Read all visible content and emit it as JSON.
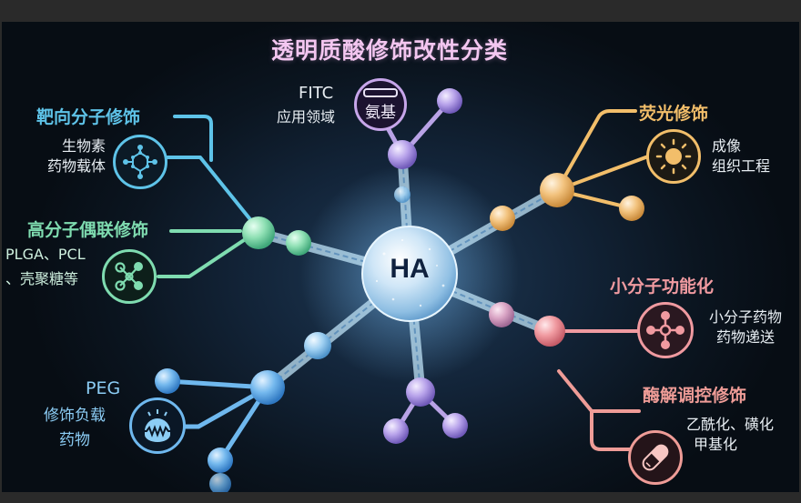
{
  "title": "透明质酸修饰改性分类",
  "center": {
    "label": "HA"
  },
  "colors": {
    "background_frame": "#2a2a2a",
    "title": "#f3c6f0",
    "targeting": "#5ec3e8",
    "polymer": "#7fdcb0",
    "peg": "#6fb8ee",
    "amino": "#c7a6ea",
    "fluorescent": "#f2be6a",
    "small_molecule": "#f09aa0",
    "enzymatic": "#ef9c97"
  },
  "branches": {
    "targeting": {
      "category": "靶向分子修饰",
      "desc_lines": [
        "生物素",
        "药物载体"
      ],
      "icon": "molecule-hexagon-icon"
    },
    "polymer": {
      "category": "高分子偶联修饰",
      "desc_lines": [
        "PLGA、PCL",
        "、壳聚糖等"
      ],
      "icon": "network-nodes-icon"
    },
    "peg": {
      "category": "PEG",
      "desc_lines": [
        "修饰负载",
        "药物"
      ],
      "icon": "dome-wave-icon"
    },
    "amino": {
      "category": "FITC",
      "desc_lines": [
        "应用领域"
      ],
      "badge": "氨基",
      "icon": "amino-badge-icon"
    },
    "fluorescent": {
      "category": "荧光修饰",
      "desc_lines": [
        "成像",
        "组织工程"
      ],
      "icon": "sun-icon"
    },
    "small_molecule": {
      "category": "小分子功能化",
      "desc_lines": [
        "小分子药物",
        "药物递送"
      ],
      "icon": "cross-nodes-icon"
    },
    "enzymatic": {
      "category": "酶解调控修饰",
      "desc_lines": [
        "乙酰化、磺化",
        "甲基化"
      ],
      "icon": "capsule-pill-icon"
    }
  }
}
